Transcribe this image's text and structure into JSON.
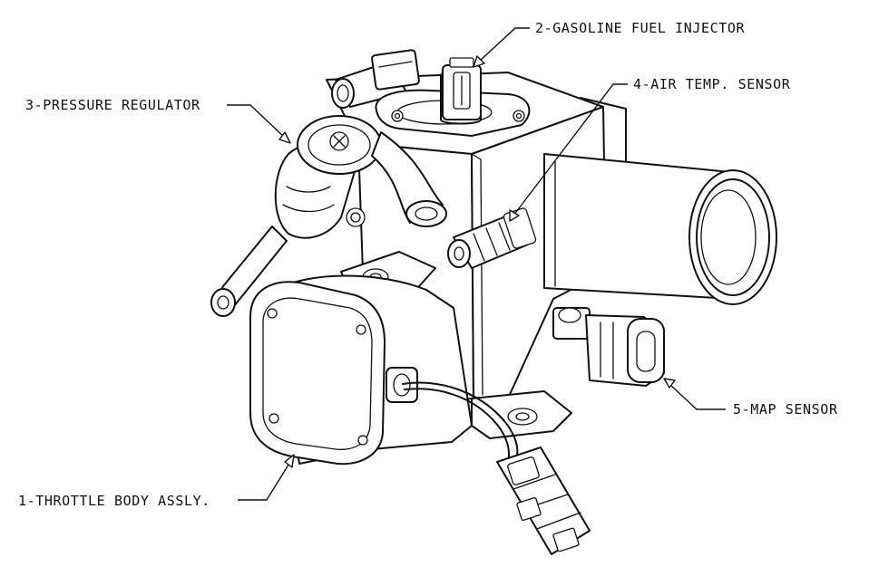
{
  "diagram": {
    "callouts": [
      {
        "id": "throttle-body",
        "text": "1-THROTTLE BODY ASSLY."
      },
      {
        "id": "fuel-injector",
        "text": "2-GASOLINE FUEL INJECTOR"
      },
      {
        "id": "pressure-regulator",
        "text": "3-PRESSURE REGULATOR"
      },
      {
        "id": "air-temp-sensor",
        "text": "4-AIR TEMP. SENSOR"
      },
      {
        "id": "map-sensor",
        "text": "5-MAP SENSOR"
      }
    ]
  }
}
